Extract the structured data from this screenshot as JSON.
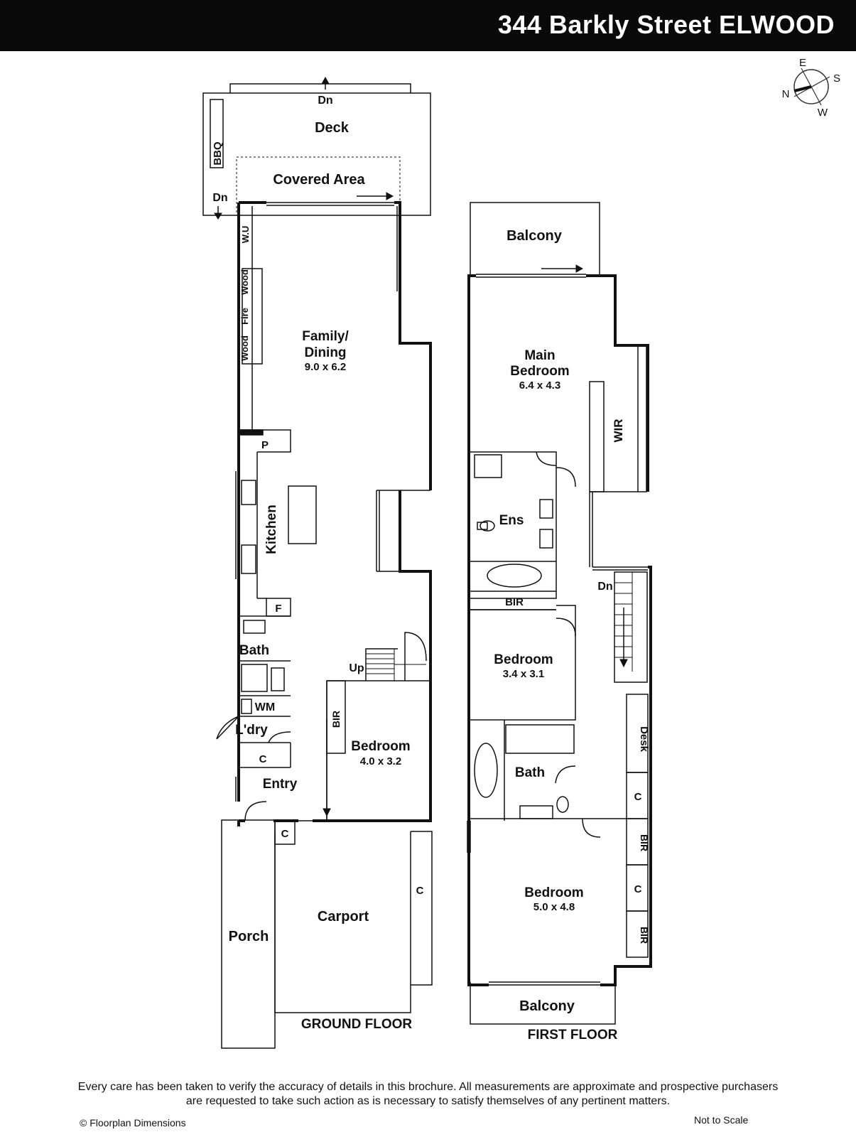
{
  "title": "344 Barkly Street ELWOOD",
  "compass": {
    "e": "E",
    "s": "S",
    "n": "N",
    "w": "W"
  },
  "ground_floor": {
    "label": "GROUND FLOOR",
    "dn_top": "Dn",
    "deck": "Deck",
    "bbq": "BBQ",
    "covered_area": "Covered Area",
    "dn_left": "Dn",
    "wu": "W.U",
    "wood1": "Wood",
    "fire": "Fire",
    "wood2": "Wood",
    "family_dining": "Family/",
    "family_dining2": "Dining",
    "family_dining_dim": "9.0 x 6.2",
    "pantry": "P",
    "kitchen": "Kitchen",
    "fridge": "F",
    "bath": "Bath",
    "wm": "WM",
    "laundry": "L'dry",
    "cupboard1": "C",
    "entry": "Entry",
    "up": "Up",
    "bir": "BIR",
    "bedroom": "Bedroom",
    "bedroom_dim": "4.0 x 3.2",
    "cupboard2": "C",
    "cupboard3": "C",
    "carport": "Carport",
    "porch": "Porch"
  },
  "first_floor": {
    "label": "FIRST FLOOR",
    "balcony_top": "Balcony",
    "main_bedroom": "Main",
    "main_bedroom2": "Bedroom",
    "main_bedroom_dim": "6.4 x 4.3",
    "wir": "WIR",
    "ens": "Ens",
    "bir": "BIR",
    "dn": "Dn",
    "bedroom2": "Bedroom",
    "bedroom2_dim": "3.4 x 3.1",
    "desk": "Desk",
    "bath": "Bath",
    "c1": "C",
    "bir2": "BIR",
    "c2": "C",
    "bir3": "BIR",
    "bedroom3": "Bedroom",
    "bedroom3_dim": "5.0 x 4.8",
    "balcony_bottom": "Balcony"
  },
  "footer": {
    "disclaimer1": "Every care has been taken to verify the accuracy of details in this brochure. All measurements are approximate and prospective purchasers",
    "disclaimer2": "are requested to take such action as is necessary to satisfy themselves of any pertinent matters.",
    "credit": "© Floorplan Dimensions",
    "scale": "Not to Scale"
  }
}
